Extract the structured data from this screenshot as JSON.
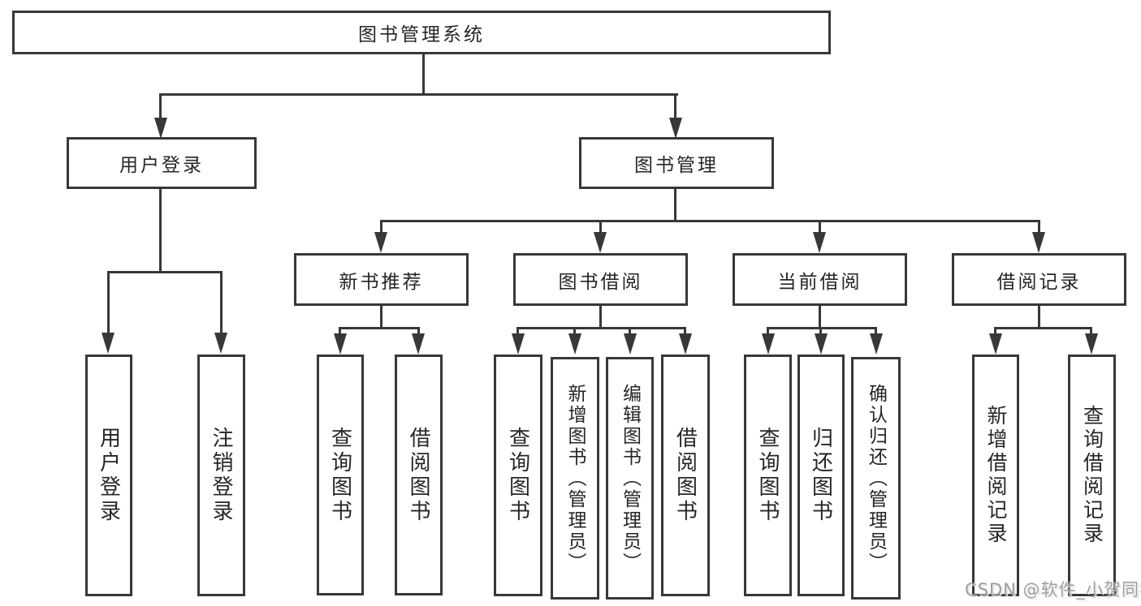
{
  "diagram_title": "图书管理系统",
  "colors": {
    "line": "#383838",
    "text": "#262626",
    "background": "#ffffff",
    "watermark": "#9e9e9e"
  },
  "tree": {
    "root": "图书管理系统",
    "branches": [
      {
        "label": "用户登录",
        "leaves": [
          "用户登录",
          "注销登录"
        ]
      },
      {
        "label": "图书管理",
        "groups": [
          {
            "label": "新书推荐",
            "leaves": [
              "查询图书",
              "借阅图书"
            ]
          },
          {
            "label": "图书借阅",
            "leaves": [
              "查询图书",
              "新增图书（管理员）",
              "编辑图书（管理员）",
              "借阅图书"
            ]
          },
          {
            "label": "当前借阅",
            "leaves": [
              "查询图书",
              "归还图书",
              "确认归还（管理员）"
            ]
          },
          {
            "label": "借阅记录",
            "leaves": [
              "新增借阅记录",
              "查询借阅记录"
            ]
          }
        ]
      }
    ]
  },
  "watermark": "CSDN @软件_小贺同学"
}
